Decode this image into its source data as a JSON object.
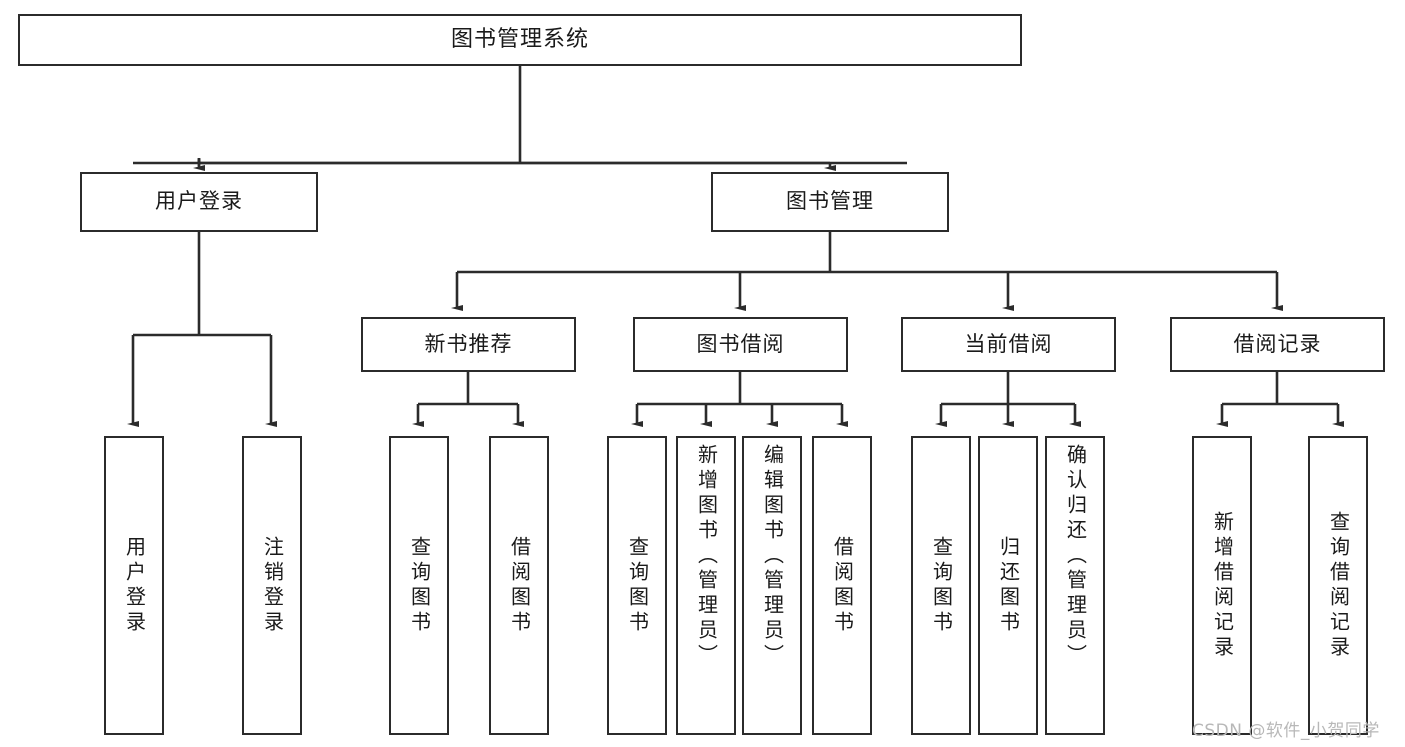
{
  "diagram": {
    "title": "图书管理系统",
    "type": "tree",
    "root": {
      "label": "图书管理系统",
      "children": [
        {
          "label": "用户登录",
          "children": [
            {
              "label": "用户登录"
            },
            {
              "label": "注销登录"
            }
          ]
        },
        {
          "label": "图书管理",
          "children": [
            {
              "label": "新书推荐",
              "children": [
                {
                  "label": "查询图书"
                },
                {
                  "label": "借阅图书"
                }
              ]
            },
            {
              "label": "图书借阅",
              "children": [
                {
                  "label": "查询图书"
                },
                {
                  "label": "新增图书（管理员）"
                },
                {
                  "label": "编辑图书（管理员）"
                },
                {
                  "label": "借阅图书"
                }
              ]
            },
            {
              "label": "当前借阅",
              "children": [
                {
                  "label": "查询图书"
                },
                {
                  "label": "归还图书"
                },
                {
                  "label": "确认归还（管理员）"
                }
              ]
            },
            {
              "label": "借阅记录",
              "children": [
                {
                  "label": "新增借阅记录"
                },
                {
                  "label": "查询借阅记录"
                }
              ]
            }
          ]
        }
      ]
    }
  },
  "nodes": {
    "root_title": "图书管理系统",
    "l2_user_login": "用户登录",
    "l2_book_manage": "图书管理",
    "l3_new_book_rec": "新书推荐",
    "l3_book_borrow": "图书借阅",
    "l3_current_borrow": "当前借阅",
    "l3_borrow_record": "借阅记录",
    "leaf_user_login": "用户登录",
    "leaf_logout": "注销登录",
    "leaf_nr_query_book": "查询图书",
    "leaf_nr_borrow_book": "借阅图书",
    "leaf_bb_query_book": "查询图书",
    "leaf_bb_add_book": "新增图书（管理员）",
    "leaf_bb_edit_book": "编辑图书（管理员）",
    "leaf_bb_borrow_book": "借阅图书",
    "leaf_cb_query_book": "查询图书",
    "leaf_cb_return_book": "归还图书",
    "leaf_cb_confirm_return": "确认归还（管理员）",
    "leaf_br_add_record": "新增借阅记录",
    "leaf_br_query_record": "查询借阅记录"
  },
  "watermark": {
    "text": "CSDN @软件_小贺同学"
  },
  "colors": {
    "box_border": "#2b2b2b",
    "box_fill": "#ffffff",
    "edge": "#2b2b2b",
    "text": "#1a1a1a",
    "watermark": "#b8b8b8",
    "background": "#ffffff"
  }
}
